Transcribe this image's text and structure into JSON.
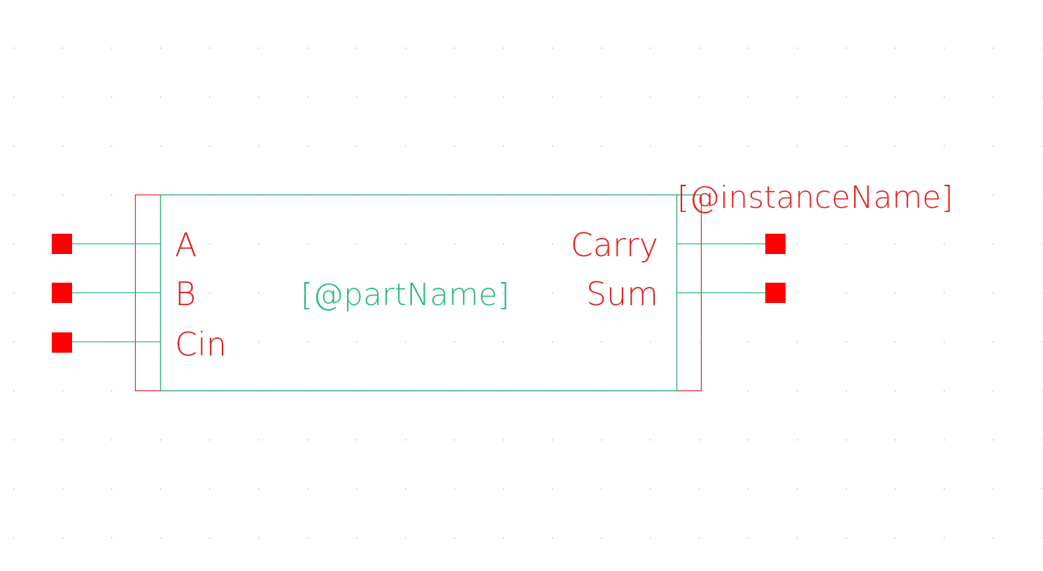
{
  "symbol": {
    "part_name": "[@partName]",
    "instance_name": "[@instanceName]",
    "input_pins": [
      {
        "id": "a",
        "label": "A"
      },
      {
        "id": "b",
        "label": "B"
      },
      {
        "id": "cin",
        "label": "Cin"
      }
    ],
    "output_pins": [
      {
        "id": "carry",
        "label": "Carry"
      },
      {
        "id": "sum",
        "label": "Sum"
      }
    ]
  },
  "colors": {
    "background": "#ffffff",
    "grid_dot": "#b8b8b8",
    "body_outline": "#22bb77",
    "selection_box": "#e02020",
    "pin_square": "#ff0000",
    "pin_label": "#e02020",
    "part_name_text": "#22bb77",
    "instance_name_text": "#e02020"
  }
}
